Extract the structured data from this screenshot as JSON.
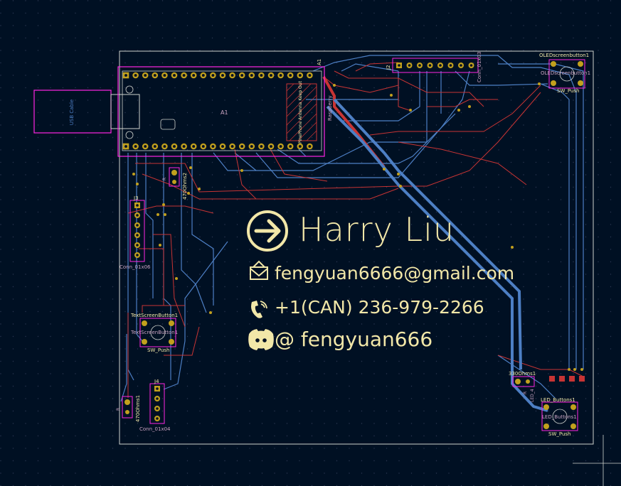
{
  "card": {
    "name": "Harry Liu",
    "email": "fengyuan6666@gmail.com",
    "phone": "+1(CAN) 236-979-2266",
    "discord": "@    fengyuan666"
  },
  "footprints": {
    "usb_cable": "USB Cable",
    "a1": "A1",
    "a1_small": "A1",
    "antenna": "PinePhone Antenna Keep Out",
    "raspberry": "Raspberry",
    "j2": "J2",
    "j2_value": "Conn_01x03",
    "j3": "J3",
    "j3_value": "Conn_01x06",
    "j4": "J4",
    "j4_value": "Conn_01x04",
    "r2_ref": "R",
    "r2_value": "470Ohms2",
    "r1_ref": "R",
    "r1_value": "470Ohms1",
    "r3_ref": "R",
    "r3_value": "330Ohms1",
    "led": "LED_4",
    "oled_btn": "OLEDscreenbutton1",
    "oled_btn_val": "OLEDscreenbutton1",
    "oled_btn_type": "SW_Push",
    "text_btn": "TextScreenButton1",
    "text_btn_val": "TextScreenButton1",
    "text_btn_type": "SW_Push",
    "led_btn": "LED_Buttons1",
    "led_btn_val": "LED_Buttons1",
    "led_btn_type": "SW_Push"
  },
  "colors": {
    "background": "#001023",
    "grid_dot": "#2a3550",
    "edge_cuts": "#d0d2cd",
    "front_copper": "#c83434",
    "back_copper": "#4d7fc4",
    "pad": "#c2a01d",
    "courtyard": "#ff26e2",
    "silk": "#f2e7a8",
    "fab": "#c9a2c0"
  }
}
